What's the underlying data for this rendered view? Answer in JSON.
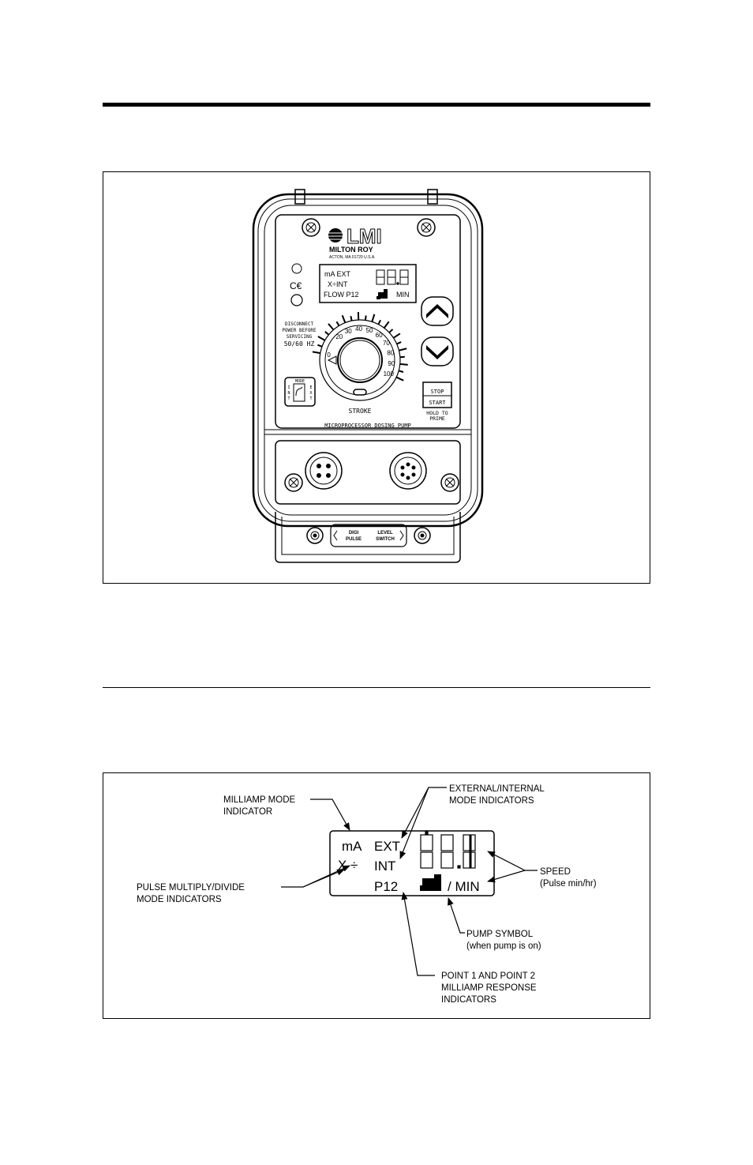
{
  "pump": {
    "brand": "LMI",
    "company": "MILTON ROY",
    "address": "ACTON, MA 01720 U.S.A.",
    "lcd": {
      "line1": "mA EXT",
      "line2": "X÷INT",
      "line3": "FLOW P12",
      "digits": "88.8",
      "unit": "MIN"
    },
    "warning": [
      "DISCONNECT",
      "POWER BEFORE",
      "SERVICING"
    ],
    "hz": "50/60 HZ",
    "dial_ticks": [
      "0",
      "20",
      "30",
      "40",
      "50",
      "60",
      "70",
      "80",
      "90",
      "100"
    ],
    "stroke_label": "STROKE",
    "mode": {
      "label": "MODE",
      "left": [
        "I",
        "N",
        "T"
      ],
      "right": [
        "E",
        "X",
        "T"
      ]
    },
    "stop_label": "STOP",
    "start_label": "START",
    "hold_lines": [
      "HOLD TO",
      "PRIME"
    ],
    "banner": "MICROPROCESSOR DOSING PUMP",
    "digi": [
      "DIGI",
      "PULSE"
    ],
    "level": [
      "LEVEL",
      "SWITCH"
    ]
  },
  "lcd_diagram": {
    "display": {
      "ma": "mA",
      "ext": "EXT",
      "xdiv": "X ÷",
      "int": "INT",
      "p12": "P12",
      "min": "/ MIN"
    },
    "callouts": {
      "milliamp": [
        "MILLIAMP MODE",
        "INDICATOR"
      ],
      "extint": [
        "EXTERNAL/INTERNAL",
        "MODE INDICATORS"
      ],
      "pulse": [
        "PULSE MULTIPLY/DIVIDE",
        "MODE INDICATORS"
      ],
      "speed": [
        "SPEED",
        "(Pulse min/hr)"
      ],
      "pump": [
        "PUMP SYMBOL",
        "(when pump is on)"
      ],
      "point": [
        "POINT 1 AND POINT 2",
        "MILLIAMP RESPONSE",
        "INDICATORS"
      ]
    }
  }
}
